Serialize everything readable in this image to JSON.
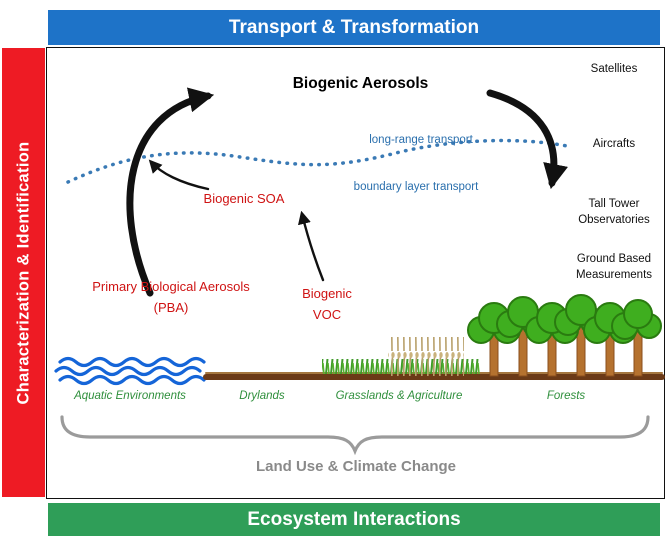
{
  "banners": {
    "top": "Transport & Transformation",
    "left": "Characterization & Identification",
    "bottom": "Ecosystem Interactions"
  },
  "diagram": {
    "title": "Biogenic Aerosols",
    "observations": [
      "Satellites",
      "Aircrafts",
      "Tall Tower Observatories",
      "Ground Based Measurements"
    ],
    "transport": {
      "long_range": "long-range transport",
      "boundary": "boundary layer transport"
    },
    "species": {
      "soa": "Biogenic SOA",
      "pba": "Primary Biological Aerosols (PBA)",
      "voc": "Biogenic VOC"
    },
    "land": [
      "Aquatic Environments",
      "Drylands",
      "Grasslands & Agriculture",
      "Forests"
    ],
    "footer": "Land Use & Climate Change"
  },
  "colors": {
    "banner_blue": "#1e73c8",
    "banner_red": "#ee1b24",
    "banner_green": "#2f9e58",
    "transport_blue": "#2a6fad",
    "species_red": "#cf1313",
    "land_green": "#2f8f3c",
    "water_blue": "#1565d8",
    "footer_gray": "#8a8a8a"
  }
}
